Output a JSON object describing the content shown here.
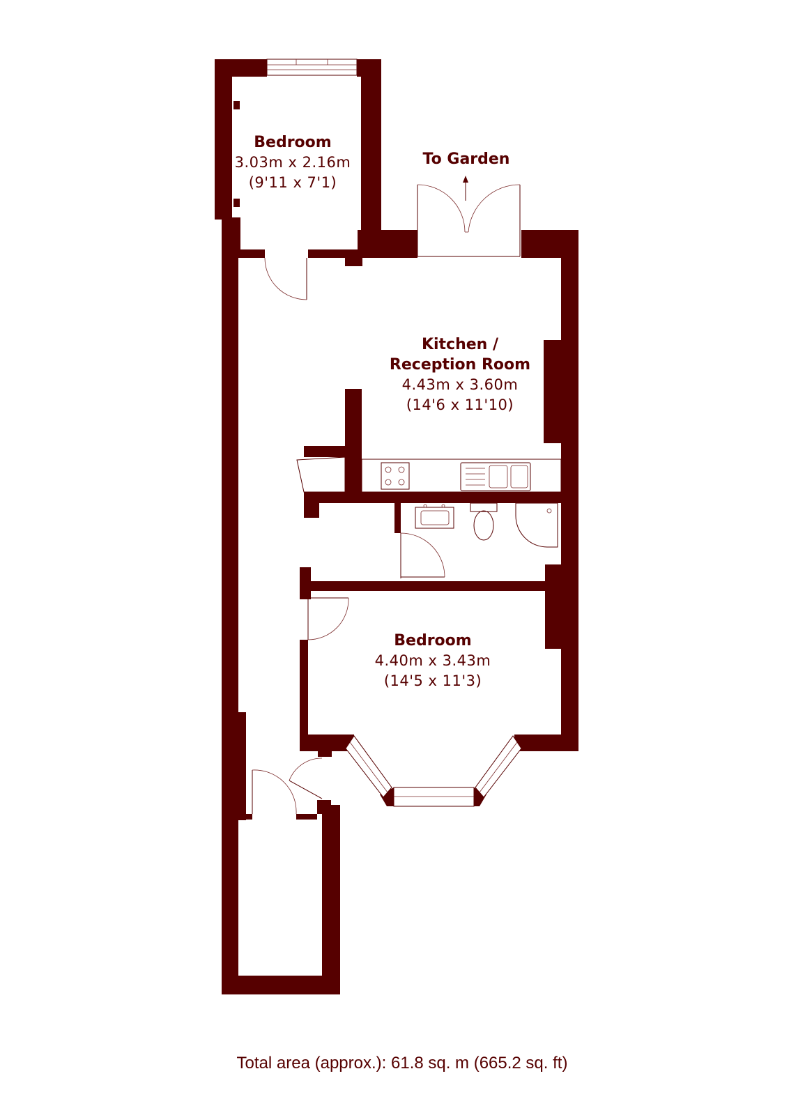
{
  "rooms": {
    "bedroom_small": {
      "name": "Bedroom",
      "metric": "3.03m x 2.16m",
      "imperial": "(9'11 x 7'1)"
    },
    "kitchen": {
      "name_line1": "Kitchen /",
      "name_line2": "Reception Room",
      "metric": "4.43m x 3.60m",
      "imperial": "(14'6 x 11'10)"
    },
    "bedroom_large": {
      "name": "Bedroom",
      "metric": "4.40m x 3.43m",
      "imperial": "(14'5 x 11'3)"
    }
  },
  "garden_label": "To Garden",
  "total_area": "Total area (approx.): 61.8 sq. m (665.2 sq. ft)",
  "colors": {
    "wall": "#560000",
    "background": "#ffffff"
  }
}
